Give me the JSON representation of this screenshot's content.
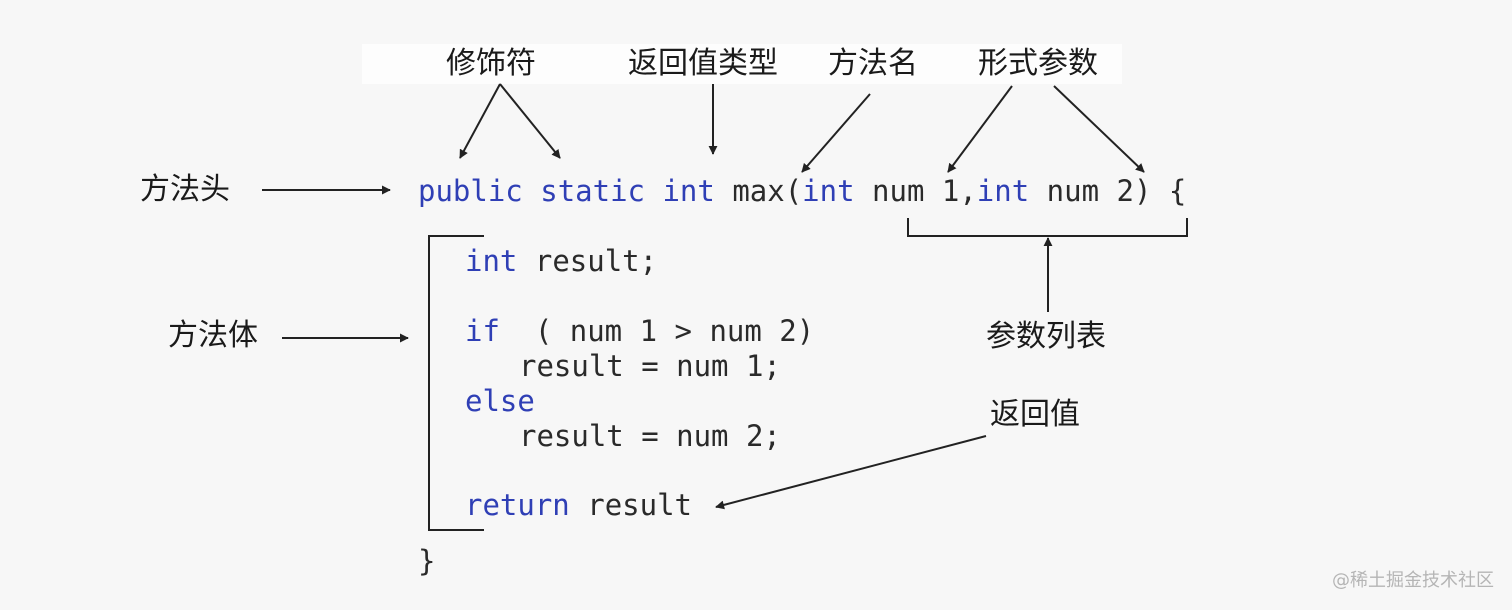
{
  "labels": {
    "modifier": "修饰符",
    "return_type": "返回值类型",
    "method_name": "方法名",
    "formal_params": "形式参数",
    "method_head": "方法头",
    "method_body": "方法体",
    "param_list": "参数列表",
    "return_value": "返回值"
  },
  "code": {
    "line1": {
      "k1": "public",
      "k2": "static",
      "k3": "int",
      "t1": "max(",
      "k4": "int",
      "t2": "num 1,",
      "k5": "int",
      "t3": "num 2)",
      "t4": "{"
    },
    "line2": {
      "kw": "int",
      "text": "result;"
    },
    "line3": {
      "kw": "if",
      "text": "( num 1 > num 2)"
    },
    "line4": {
      "text": "result = num 1;"
    },
    "line5": {
      "kw": "else"
    },
    "line6": {
      "text": "result = num 2;"
    },
    "line7": {
      "kw": "return",
      "text": "result"
    },
    "line8": {
      "text": "}"
    }
  },
  "watermark": "@稀土掘金技术社区",
  "colors": {
    "background": "#f7f7f7",
    "keyword": "#2f3fb5",
    "text": "#1a1a1a",
    "line": "#222222"
  }
}
